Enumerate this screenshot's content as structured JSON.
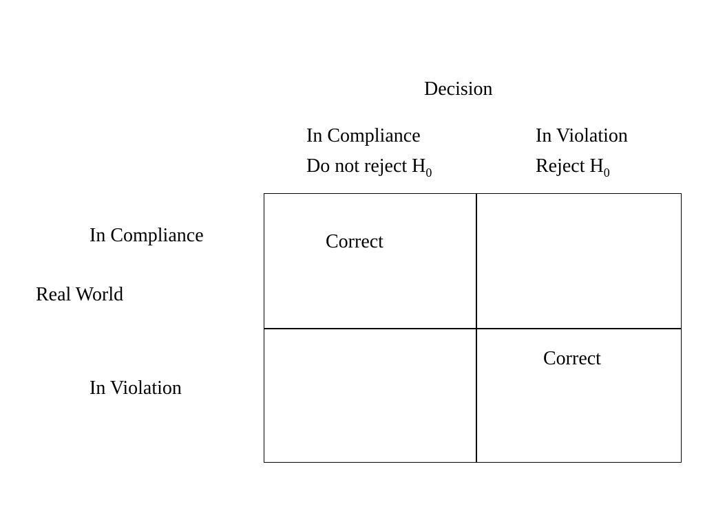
{
  "decision_header": "Decision",
  "columns": [
    {
      "label": "In Compliance",
      "action_prefix": "Do not reject H",
      "action_subscript": "0"
    },
    {
      "label": "In Violation",
      "action_prefix": "Reject H",
      "action_subscript": "0"
    }
  ],
  "row_header": "Real World",
  "rows": [
    {
      "label": "In Compliance"
    },
    {
      "label": "In Violation"
    }
  ],
  "cells": {
    "compliance_compliance": "Correct",
    "compliance_violation": "",
    "violation_compliance": "",
    "violation_violation": "Correct"
  }
}
